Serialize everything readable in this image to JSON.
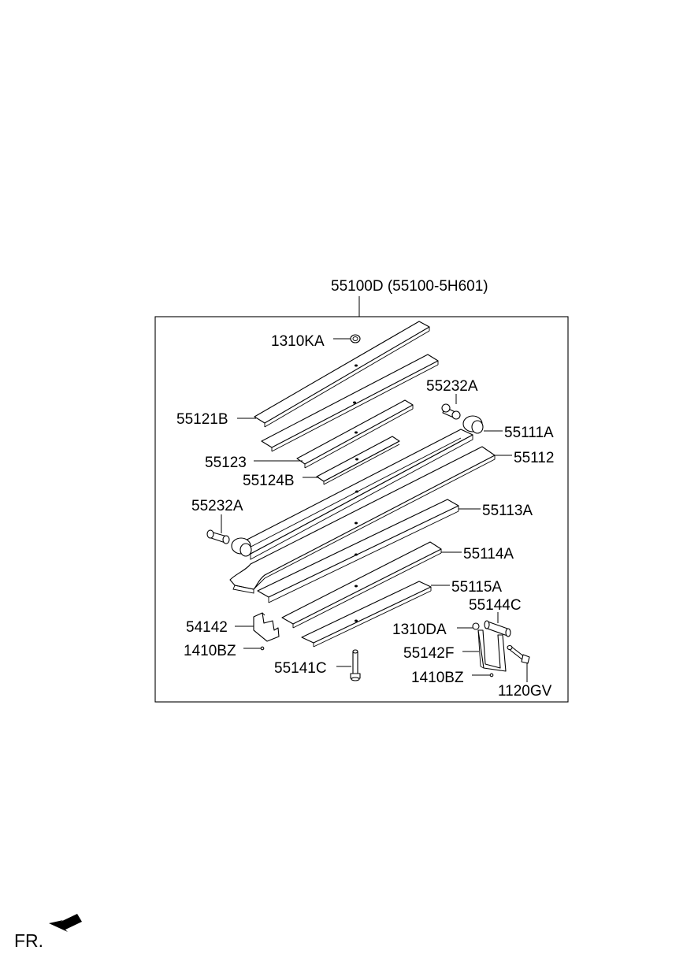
{
  "assembly": {
    "label": "55100D (55100-5H601)"
  },
  "parts": {
    "p1310KA": "1310KA",
    "p55121B": "55121B",
    "p55232A_top": "55232A",
    "p55111A": "55111A",
    "p55123": "55123",
    "p55112": "55112",
    "p55124B": "55124B",
    "p55232A_left": "55232A",
    "p55113A": "55113A",
    "p55114A": "55114A",
    "p55115A": "55115A",
    "p55144C": "55144C",
    "p54142": "54142",
    "p1310DA": "1310DA",
    "p1410BZ_left": "1410BZ",
    "p55142F": "55142F",
    "p55141C": "55141C",
    "p1410BZ_right": "1410BZ",
    "p1120GV": "1120GV"
  },
  "direction": {
    "label": "FR.",
    "icon": "front-direction-arrow-icon"
  }
}
